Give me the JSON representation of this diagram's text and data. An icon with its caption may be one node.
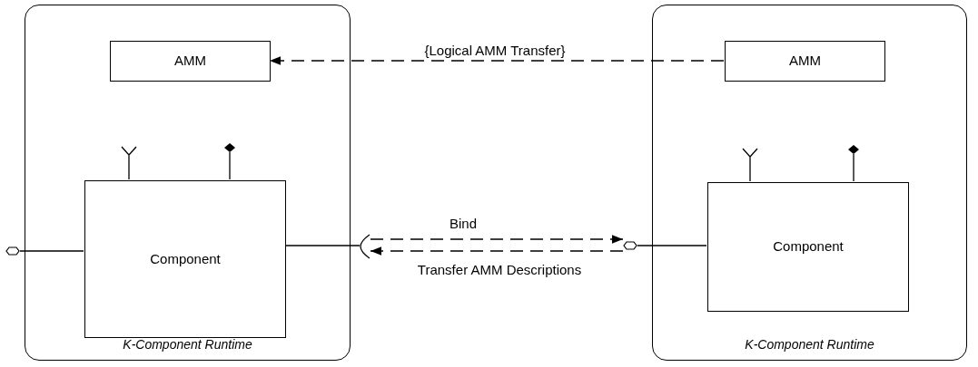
{
  "diagram": {
    "nodes": [
      {
        "text": [
          "K-Component Runtime"
        ]
      },
      {
        "text": [
          "AMM"
        ],
        "in": 0
      },
      {
        "text": [
          "Component"
        ],
        "in": 0
      },
      {
        "text": [
          "K-Component Runtime"
        ]
      },
      {
        "text": [
          "AMM"
        ],
        "in": 3
      },
      {
        "text": [
          "Component"
        ],
        "in": 3
      },
      {
        "text": [],
        "shape": "arc"
      },
      {
        "text": [],
        "shape": "diamond"
      },
      {
        "text": [],
        "shape": "diamond"
      }
    ],
    "edges": [
      {
        "from": 4,
        "to": 1,
        "arrow": "to",
        "style": "dashed",
        "label": "{Logical AMM Transfer}"
      },
      {
        "from": 2,
        "to": 6,
        "arrow": "none"
      },
      {
        "from": 6,
        "to": 7,
        "arrow": "to",
        "style": "dashed",
        "label": "Bind"
      },
      {
        "from": 7,
        "to": 6,
        "arrow": "to",
        "style": "dashed",
        "label": "Transfer AMM Descriptions"
      },
      {
        "from": 5,
        "to": 7,
        "arrow": "none"
      },
      {
        "from": 2,
        "to": 8,
        "arrow": "none"
      }
    ]
  }
}
